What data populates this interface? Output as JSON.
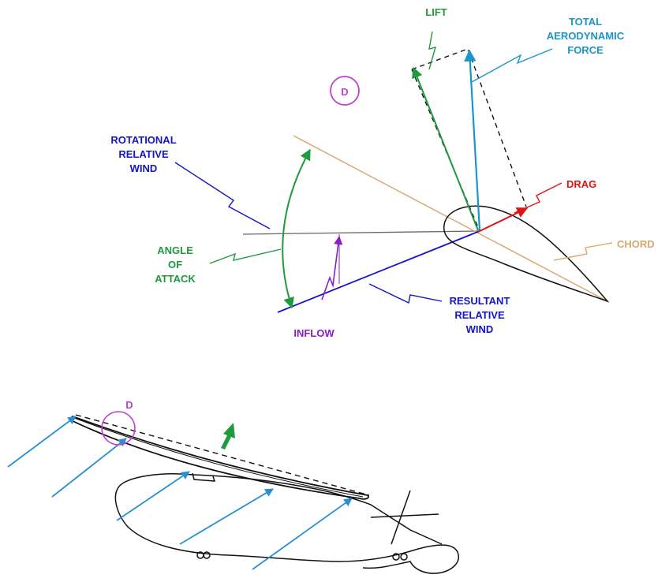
{
  "colors": {
    "lift": "#1f9a3c",
    "total_force": "#1c95c8",
    "rotational_wind": "#1414c8",
    "drag": "#e01414",
    "chord": "#d8aa72",
    "inflow": "#8a1fc0",
    "angle": "#1f9a3c",
    "resultant_wind": "#1414c8",
    "marker": "#c040d0",
    "ink": "#111111",
    "airflow": "#2a8fd0",
    "thrust_arrow": "#1f9a3c"
  },
  "labels": {
    "lift": "LIFT",
    "total_force": [
      "TOTAL",
      "AERODYNAMIC",
      "FORCE"
    ],
    "marker_top": "D",
    "rotational_wind": [
      "ROTATIONAL",
      "RELATIVE",
      "WIND"
    ],
    "drag": "DRAG",
    "chord": "CHORD",
    "angle_of_attack": [
      "ANGLE",
      "OF",
      "ATTACK"
    ],
    "resultant_wind": [
      "RESULTANT",
      "RELATIVE",
      "WIND"
    ],
    "inflow": "INFLOW",
    "marker_bottom": "D"
  },
  "icons": {
    "thrust": "up-right-arrow-icon",
    "airflow": "diagonal-arrow-icon",
    "helicopter": "helicopter-outline-icon"
  }
}
